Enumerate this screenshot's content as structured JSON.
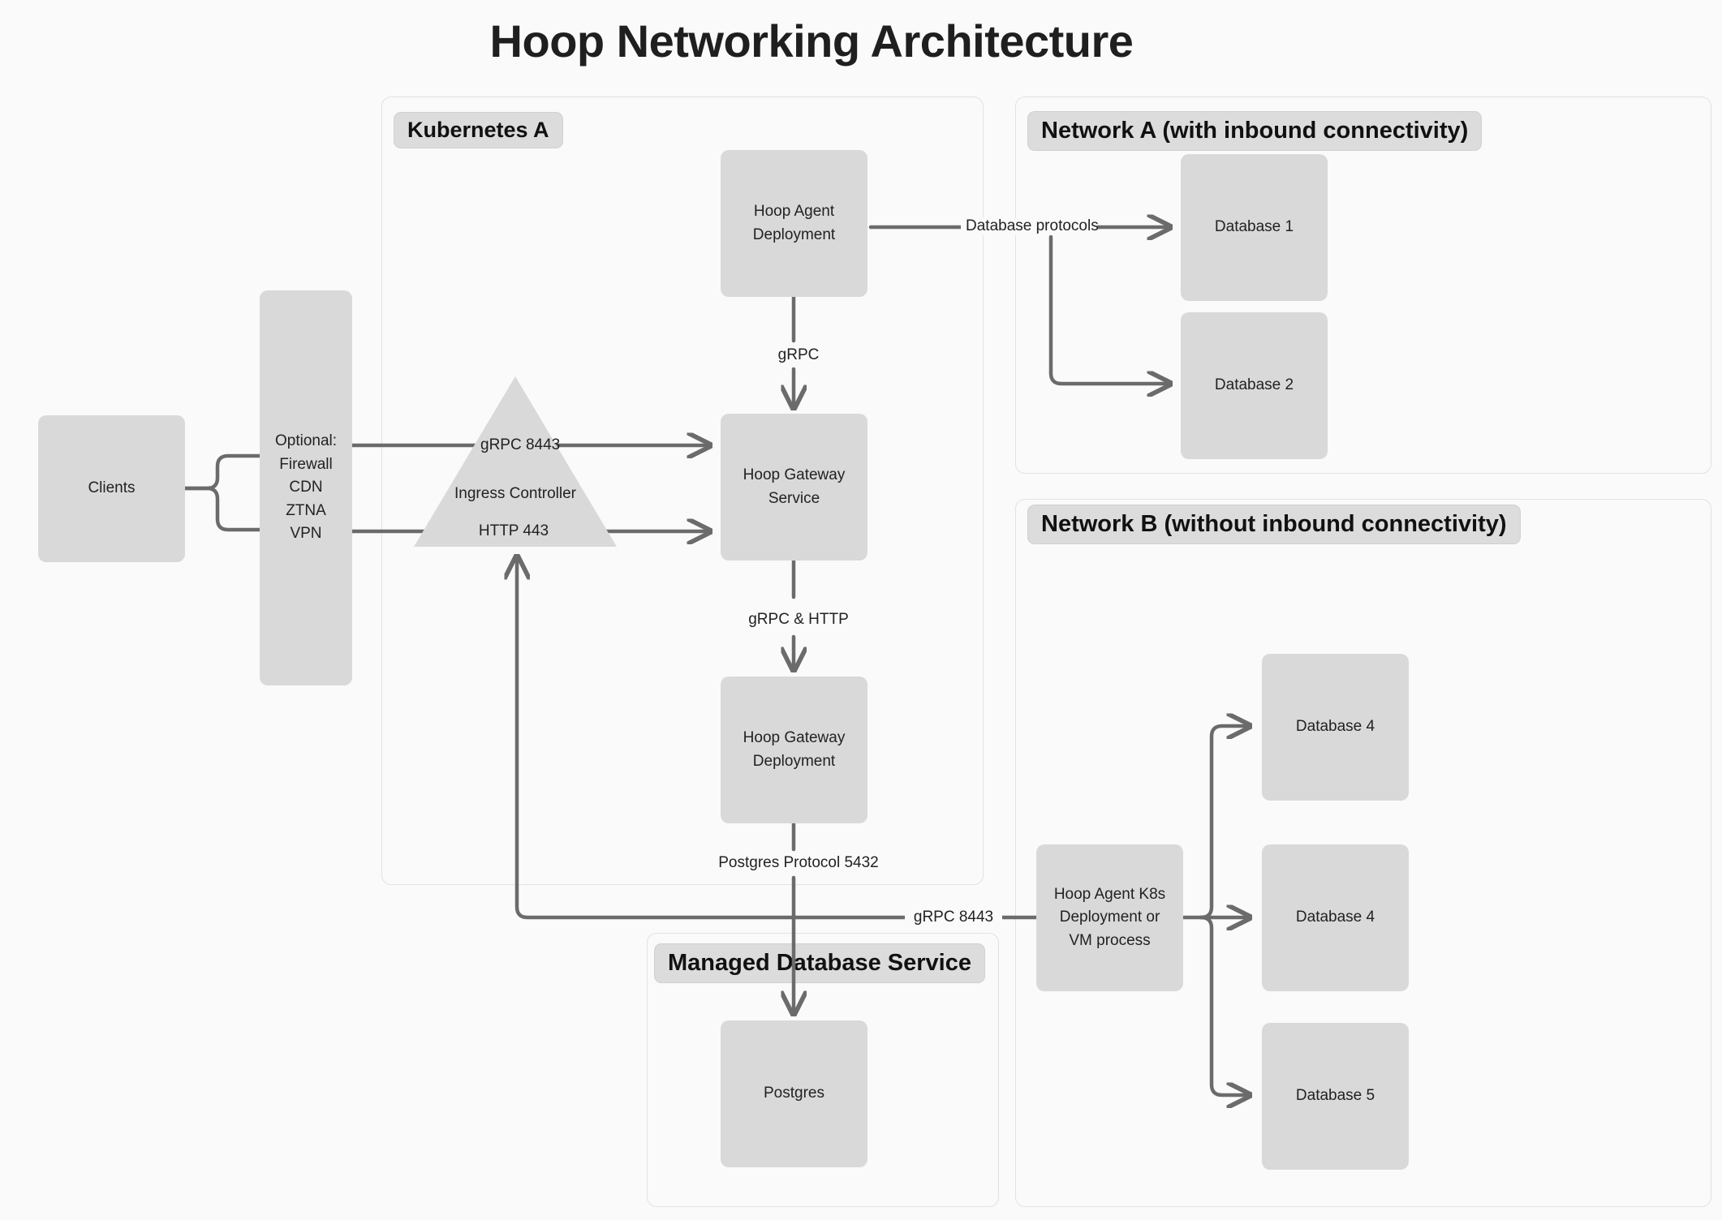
{
  "title": "Hoop Networking Architecture",
  "groups": {
    "kubernetes_a": "Kubernetes A",
    "network_a": "Network A (with inbound connectivity)",
    "network_b": "Network B (without inbound connectivity)",
    "managed_db": "Managed Database Service"
  },
  "nodes": {
    "clients": "Clients",
    "optional": [
      "Optional:",
      "Firewall",
      "CDN",
      "ZTNA",
      "VPN"
    ],
    "ingress": [
      "Ingress",
      "Controller"
    ],
    "hoop_agent_deployment": [
      "Hoop Agent",
      "Deployment"
    ],
    "hoop_gateway_service": [
      "Hoop Gateway",
      "Service"
    ],
    "hoop_gateway_deployment": [
      "Hoop Gateway",
      "Deployment"
    ],
    "postgres": "Postgres",
    "database_1": "Database 1",
    "database_2": "Database 2",
    "database_4a": "Database 4",
    "database_4b": "Database 4",
    "database_5": "Database 5",
    "hoop_agent_k8s": [
      "Hoop Agent K8s",
      "Deployment or",
      "VM process"
    ]
  },
  "edges": {
    "grpc_8443_ingress": "gRPC 8443",
    "http_443": "HTTP 443",
    "grpc": "gRPC",
    "grpc_http": "gRPC & HTTP",
    "postgres_protocol": "Postgres Protocol 5432",
    "database_protocols": "Database protocols",
    "grpc_8443_agent": "gRPC 8443"
  },
  "colors": {
    "background": "#fafafa",
    "node_fill": "#d9d9d9",
    "group_border": "#e2e2e2",
    "group_label_fill": "#dcdcdc",
    "edge_stroke": "#6b6b6b",
    "text": "#222222"
  }
}
